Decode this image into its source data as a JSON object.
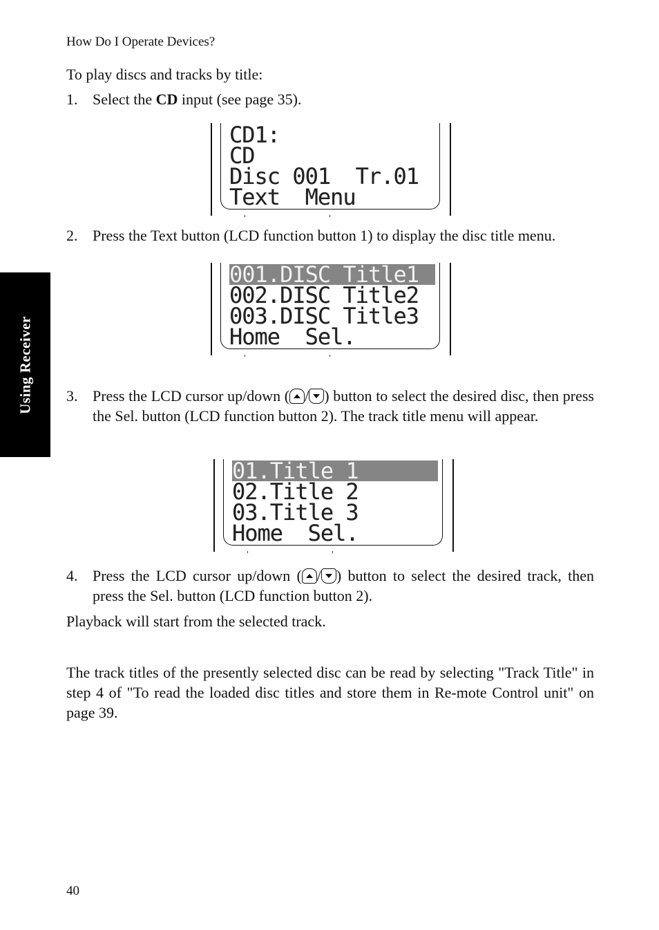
{
  "header": {
    "running_title": "How Do I Operate Devices?"
  },
  "side_tab": {
    "label": "Using Receiver",
    "background": "#000000"
  },
  "intro": "To play discs and tracks by title:",
  "steps": [
    {
      "number": "1.",
      "text_before": "Select the ",
      "bold": "CD",
      "text_after": " input (see page 35)."
    },
    {
      "number": "2.",
      "text": "Press the Text button (LCD function button 1) to display the disc title menu."
    },
    {
      "number": "3.",
      "text_before": "Press the LCD cursor up/down (",
      "icon_up": "cursor-up-key-icon",
      "sep": "/",
      "icon_down": "cursor-down-key-icon",
      "text_after": ") button to select the desired disc, then press the Sel. button (LCD function button 2). The track title menu will appear."
    },
    {
      "number": "4.",
      "text_before": "Press the LCD cursor up/down (",
      "icon_up": "cursor-up-key-icon",
      "sep": "/",
      "icon_down": "cursor-down-key-icon",
      "text_after": ") button to select the desired track, then press the Sel. button (LCD function button 2)."
    }
  ],
  "lcd_displays": [
    {
      "lines": [
        "CD1:",
        "CD",
        "Disc 001  Tr.01",
        "Text  Menu"
      ],
      "selected_index": null
    },
    {
      "lines": [
        "001.DISC Title1",
        "002.DISC Title2",
        "003.DISC Title3",
        "Home  Sel."
      ],
      "selected_index": 0,
      "highlight_color": "#858585"
    },
    {
      "lines": [
        "01.Title 1",
        "02.Title 2",
        "03.Title 3",
        "Home  Sel."
      ],
      "selected_index": 0,
      "highlight_color": "#858585"
    }
  ],
  "playback_note": "Playback will start from the selected track.",
  "note": "The track titles of the presently selected disc can be read by selecting \"Track Title\" in step 4 of \"To read the loaded disc titles and store them in Re-mote Control unit\" on page 39.",
  "page_number": "40"
}
